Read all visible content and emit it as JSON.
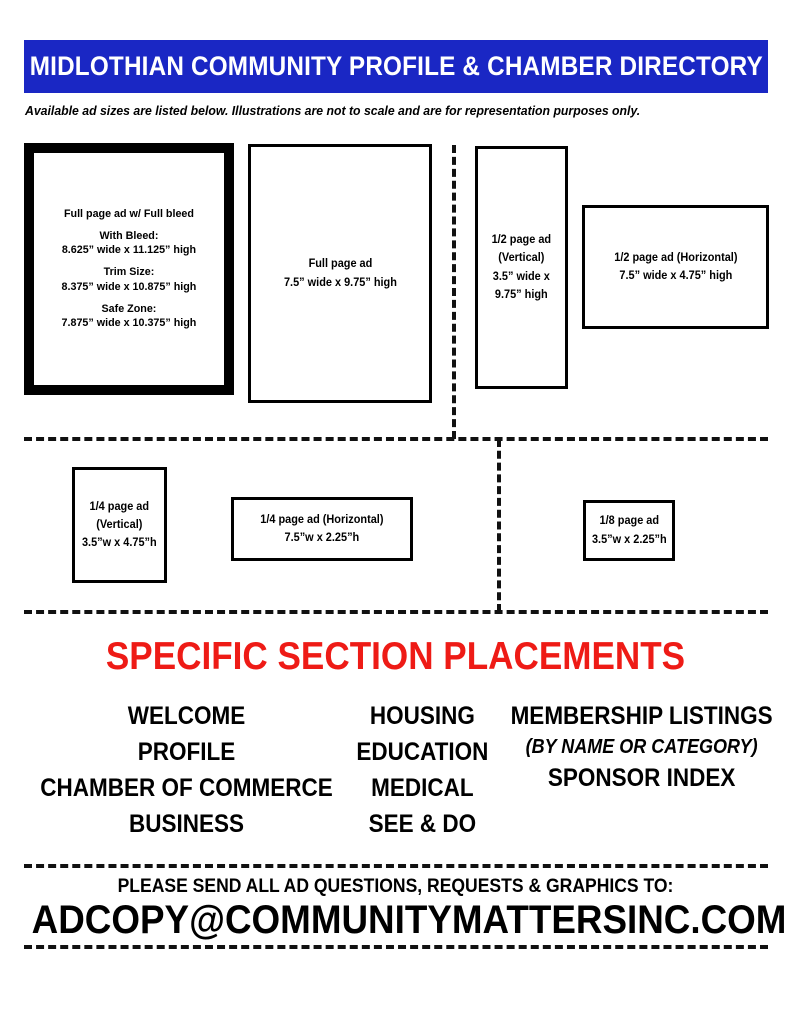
{
  "header": {
    "title": "MIDLOTHIAN COMMUNITY PROFILE & CHAMBER DIRECTORY",
    "banner_color": "#1a27c4",
    "text_color": "#ffffff"
  },
  "subtitle": "Available ad sizes are listed below. Illustrations are not to scale and are for representation purposes only.",
  "ad_sizes": [
    {
      "id": "full-page-bleed",
      "lines": [
        "Full page ad w/ Full bleed",
        "",
        "With Bleed:",
        "8.625” wide x 11.125” high",
        "",
        "Trim Size:",
        "8.375” wide x 10.875” high",
        "",
        "Safe Zone:",
        "7.875” wide x 10.375” high"
      ]
    },
    {
      "id": "full-page",
      "lines": [
        "Full page ad",
        "7.5” wide x 9.75” high"
      ]
    },
    {
      "id": "half-page-vertical",
      "lines": [
        "1/2 page ad",
        "(Vertical)",
        "3.5” wide x",
        "9.75” high"
      ]
    },
    {
      "id": "half-page-horizontal",
      "lines": [
        "1/2 page ad (Horizontal)",
        "7.5” wide x 4.75” high"
      ]
    },
    {
      "id": "quarter-page-vertical",
      "lines": [
        "1/4 page ad",
        "(Vertical)",
        "3.5”w x 4.75”h"
      ]
    },
    {
      "id": "quarter-page-horizontal",
      "lines": [
        "1/4 page ad (Horizontal)",
        "7.5”w x 2.25”h"
      ]
    },
    {
      "id": "eighth-page",
      "lines": [
        "1/8 page ad",
        "3.5”w x 2.25”h"
      ]
    }
  ],
  "placements": {
    "title": "SPECIFIC SECTION PLACEMENTS",
    "title_color": "#ee1b16",
    "columns": [
      {
        "items": [
          {
            "text": "WELCOME",
            "style": "normal"
          },
          {
            "text": "PROFILE",
            "style": "normal"
          },
          {
            "text": "CHAMBER OF COMMERCE",
            "style": "normal"
          },
          {
            "text": "BUSINESS",
            "style": "normal"
          }
        ]
      },
      {
        "items": [
          {
            "text": "HOUSING",
            "style": "normal"
          },
          {
            "text": "EDUCATION",
            "style": "normal"
          },
          {
            "text": "MEDICAL",
            "style": "normal"
          },
          {
            "text": "SEE & DO",
            "style": "normal"
          }
        ]
      },
      {
        "items": [
          {
            "text": "MEMBERSHIP LISTINGS",
            "style": "normal"
          },
          {
            "text": "(BY NAME OR CATEGORY)",
            "style": "sub"
          },
          {
            "text": "SPONSOR INDEX",
            "style": "normal"
          }
        ]
      }
    ]
  },
  "footer": {
    "line1": "PLEASE SEND ALL AD QUESTIONS, REQUESTS & GRAPHICS TO:",
    "line2": "ADCOPY@COMMUNITYMATTERSINC.COM"
  }
}
